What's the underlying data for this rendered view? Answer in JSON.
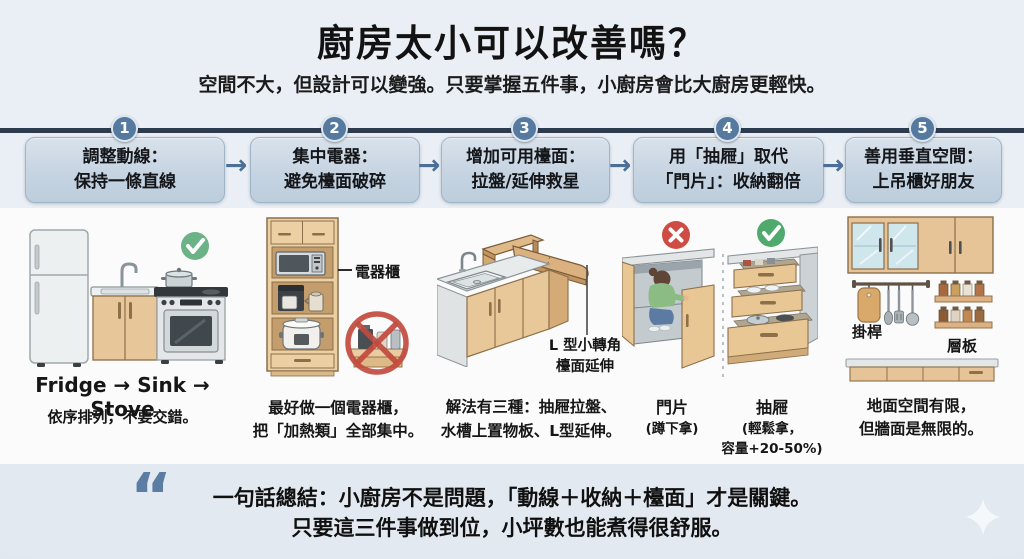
{
  "header": {
    "title": "廚房太小可以改善嗎？",
    "subtitle": "空間不大，但設計可以變強。只要掌握五件事，小廚房會比大廚房更輕快。"
  },
  "icons": {
    "arrow": "→",
    "quote": "“"
  },
  "steps": [
    {
      "num": "1",
      "line1": "調整動線：",
      "line2": "保持一條直線"
    },
    {
      "num": "2",
      "line1": "集中電器：",
      "line2": "避免檯面破碎"
    },
    {
      "num": "3",
      "line1": "增加可用檯面：",
      "line2": "拉盤/延伸救星"
    },
    {
      "num": "4",
      "line1": "用「抽屜」取代",
      "line2": "「門片」：收納翻倍"
    },
    {
      "num": "5",
      "line1": "善用垂直空間：",
      "line2": "上吊櫃好朋友"
    }
  ],
  "panel1": {
    "flow": "Fridge → Sink → Stove",
    "caption": "依序排列，不要交錯。"
  },
  "panel2": {
    "cabinet_label": "電器櫃",
    "caption1": "最好做一個電器櫃，",
    "caption2": "把「加熱類」全部集中。"
  },
  "panel3": {
    "label_line1": "L 型小轉角",
    "label_line2": "檯面延伸",
    "caption1": "解法有三種：抽屜拉盤、",
    "caption2": "水槽上置物板、L型延伸。"
  },
  "panel4": {
    "bad_title": "門片",
    "bad_sub": "(蹲下拿)",
    "good_title": "抽屜",
    "good_sub1": "(輕鬆拿，",
    "good_sub2": "容量+20-50%)"
  },
  "panel5": {
    "rail_label": "掛桿",
    "shelf_label": "層板",
    "caption1": "地面空間有限，",
    "caption2": "但牆面是無限的。"
  },
  "summary": {
    "line1": "一句話總結：小廚房不是問題，「動線＋收納＋檯面」才是關鍵。",
    "line2": "只要這三件事做到位，小坪數也能煮得很舒服。"
  },
  "colors": {
    "navy_band": "#2d3b4f",
    "step_box": "#c6d4e2",
    "badge_blue": "#55799f",
    "arrow_blue": "#4c6f97",
    "good_green": "#50a96d",
    "bad_red": "#cf4c44",
    "prohibit_red": "#c24a3e",
    "wood": "#e8cb9e",
    "top_bg": "#e8eef4",
    "bottom_bg": "#dfe7ee"
  }
}
